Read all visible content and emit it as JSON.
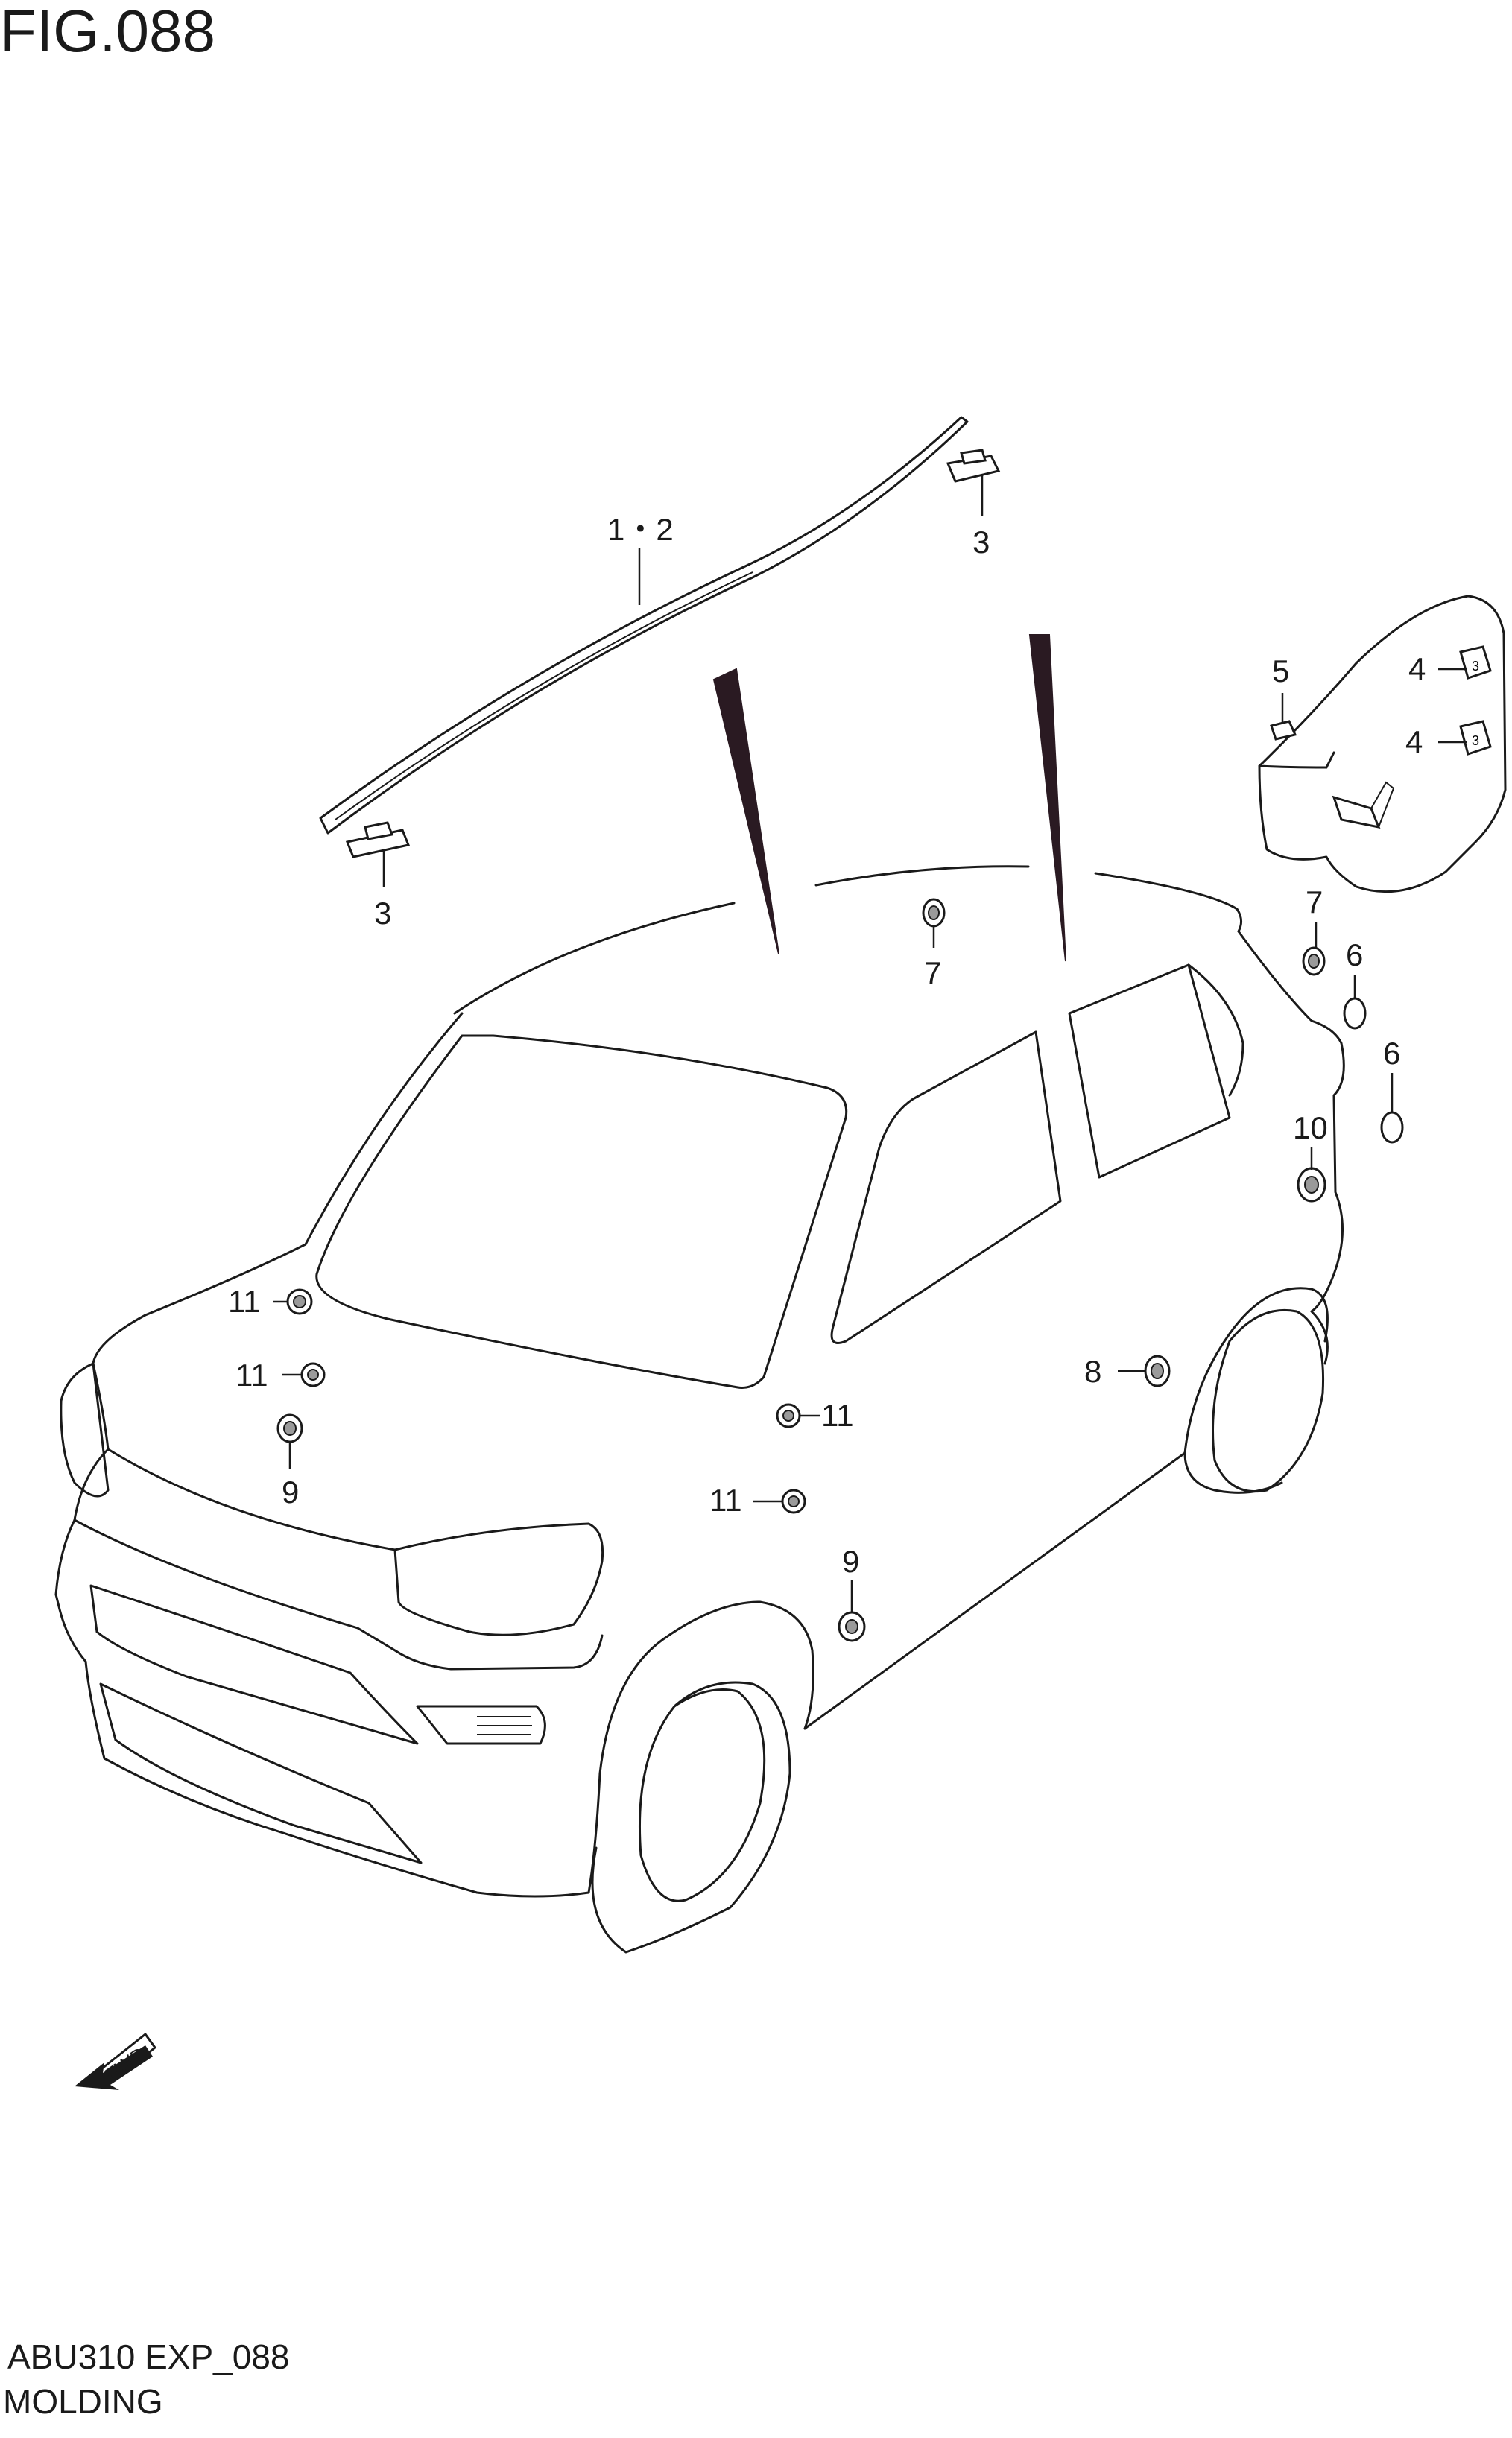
{
  "figure": {
    "title": "FIG.088",
    "code": "ABU310 EXP_088",
    "name": "MOLDING"
  },
  "fwd_label": "FWD",
  "callouts": {
    "c1_2": "1・2",
    "c3a": "3",
    "c3b": "3",
    "c4a": "4",
    "c4b": "4",
    "c5": "5",
    "c6a": "6",
    "c6b": "6",
    "c7a": "7",
    "c7b": "7",
    "c8": "8",
    "c9a": "9",
    "c9b": "9",
    "c10": "10",
    "c11a": "11",
    "c11b": "11",
    "c11c": "11",
    "c11d": "11"
  },
  "clip_mark": "3",
  "colors": {
    "line": "#1a1a1a",
    "wedge": "#2a1a22",
    "background": "#ffffff"
  }
}
